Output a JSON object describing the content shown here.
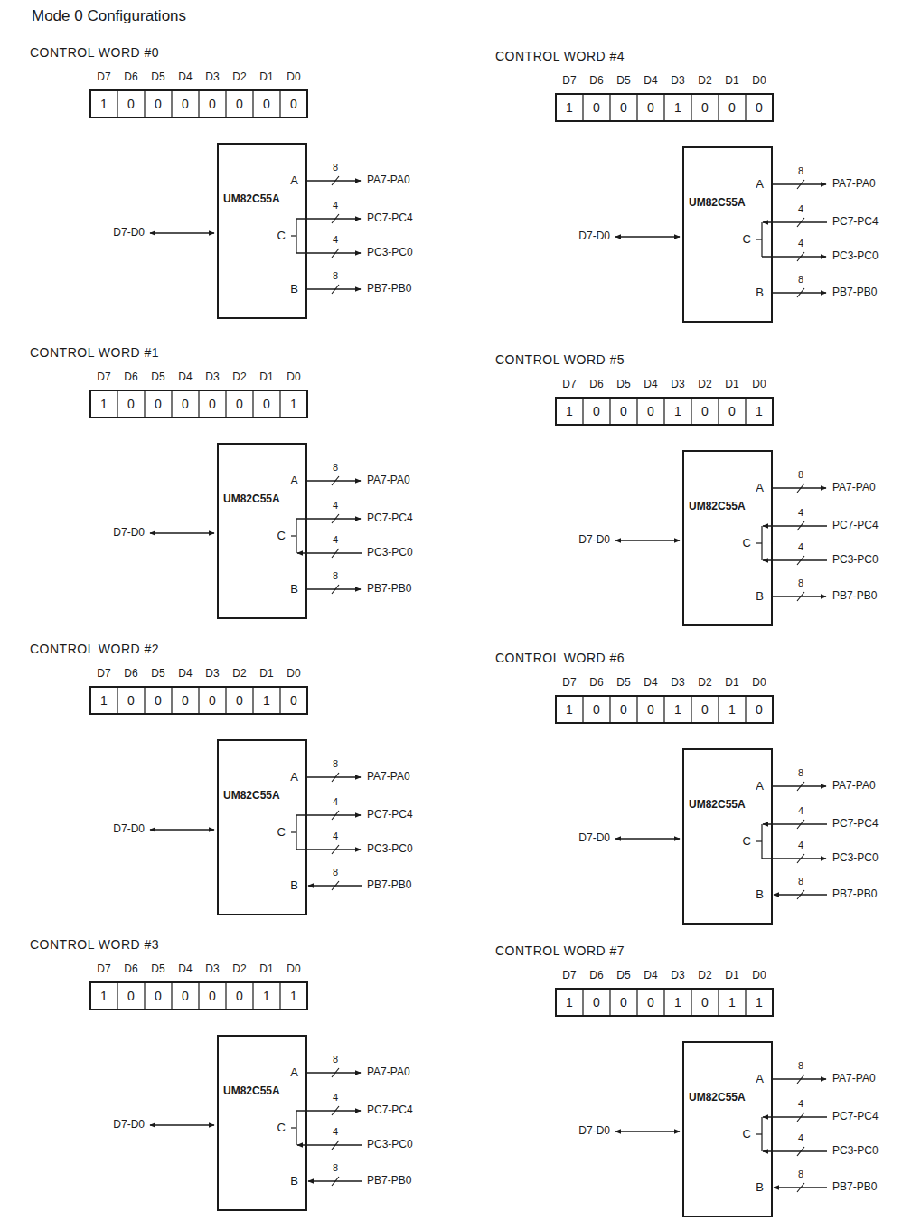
{
  "diagram": {
    "title": "Mode 0 Configurations",
    "nodes": [
      {
        "text": [
          "UM82C55A",
          "A",
          "C",
          "B"
        ]
      },
      {
        "text": [
          "UM82C55A",
          "A",
          "C",
          "B"
        ]
      },
      {
        "text": [
          "UM82C55A",
          "A",
          "C",
          "B"
        ]
      },
      {
        "text": [
          "UM82C55A",
          "A",
          "C",
          "B"
        ]
      },
      {
        "text": [
          "UM82C55A",
          "A",
          "C",
          "B"
        ]
      },
      {
        "text": [
          "UM82C55A",
          "A",
          "C",
          "B"
        ]
      },
      {
        "text": [
          "UM82C55A",
          "A",
          "C",
          "B"
        ]
      },
      {
        "text": [
          "UM82C55A",
          "A",
          "C",
          "B"
        ]
      }
    ],
    "edges": [],
    "labels": [
      "CONTROL WORD #0",
      "D7",
      "D6",
      "D5",
      "D4",
      "D3",
      "D2",
      "D1",
      "D0",
      "1",
      "0",
      "0",
      "0",
      "0",
      "0",
      "0",
      "0",
      "D7-D0",
      "8",
      "PA7-PA0",
      "4",
      "PC7-PC4",
      "4",
      "PC3-PC0",
      "8",
      "PB7-PB0",
      "CONTROL WORD #1",
      "D7",
      "D6",
      "D5",
      "D4",
      "D3",
      "D2",
      "D1",
      "D0",
      "1",
      "0",
      "0",
      "0",
      "0",
      "0",
      "0",
      "1",
      "D7-D0",
      "8",
      "PA7-PA0",
      "4",
      "PC7-PC4",
      "4",
      "PC3-PC0",
      "8",
      "PB7-PB0",
      "CONTROL WORD #2",
      "D7",
      "D6",
      "D5",
      "D4",
      "D3",
      "D2",
      "D1",
      "D0",
      "1",
      "0",
      "0",
      "0",
      "0",
      "0",
      "1",
      "0",
      "D7-D0",
      "8",
      "PA7-PA0",
      "4",
      "PC7-PC4",
      "4",
      "PC3-PC0",
      "8",
      "PB7-PB0",
      "CONTROL WORD #3",
      "D7",
      "D6",
      "D5",
      "D4",
      "D3",
      "D2",
      "D1",
      "D0",
      "1",
      "0",
      "0",
      "0",
      "0",
      "0",
      "1",
      "1",
      "D7-D0",
      "8",
      "PA7-PA0",
      "4",
      "PC7-PC4",
      "4",
      "PC3-PC0",
      "8",
      "PB7-PB0",
      "CONTROL WORD #4",
      "D7",
      "D6",
      "D5",
      "D4",
      "D3",
      "D2",
      "D1",
      "D0",
      "1",
      "0",
      "0",
      "0",
      "1",
      "0",
      "0",
      "0",
      "D7-D0",
      "8",
      "PA7-PA0",
      "4",
      "PC7-PC4",
      "4",
      "PC3-PC0",
      "8",
      "PB7-PB0",
      "CONTROL WORD #5",
      "D7",
      "D6",
      "D5",
      "D4",
      "D3",
      "D2",
      "D1",
      "D0",
      "1",
      "0",
      "0",
      "0",
      "1",
      "0",
      "0",
      "1",
      "D7-D0",
      "8",
      "PA7-PA0",
      "4",
      "PC7-PC4",
      "4",
      "PC3-PC0",
      "8",
      "PB7-PB0",
      "CONTROL WORD #6",
      "D7",
      "D6",
      "D5",
      "D4",
      "D3",
      "D2",
      "D1",
      "D0",
      "1",
      "0",
      "0",
      "0",
      "1",
      "0",
      "1",
      "0",
      "D7-D0",
      "8",
      "PA7-PA0",
      "4",
      "PC7-PC4",
      "4",
      "PC3-PC0",
      "8",
      "PB7-PB0",
      "CONTROL WORD #7",
      "D7",
      "D6",
      "D5",
      "D4",
      "D3",
      "D2",
      "D1",
      "D0",
      "1",
      "0",
      "0",
      "0",
      "1",
      "0",
      "1",
      "1",
      "D7-D0",
      "8",
      "PA7-PA0",
      "4",
      "PC7-PC4",
      "4",
      "PC3-PC0",
      "8",
      "PB7-PB0"
    ]
  }
}
